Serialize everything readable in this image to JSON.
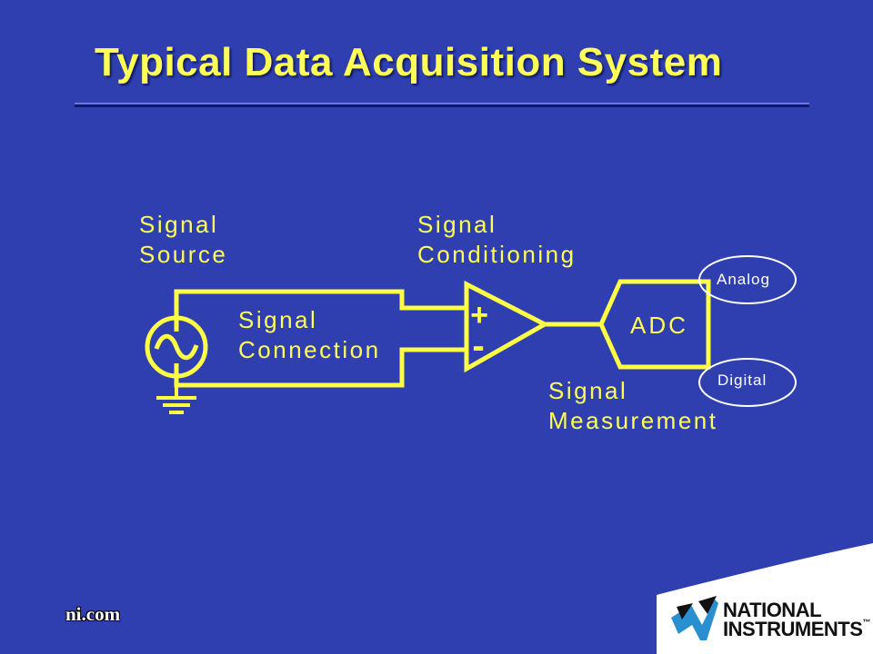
{
  "slide": {
    "title": "Typical Data Acquisition System",
    "footer_url": "ni.com"
  },
  "diagram": {
    "labels": {
      "signal_source": [
        "Signal",
        "Source"
      ],
      "signal_conditioning": [
        "Signal",
        "Conditioning"
      ],
      "signal_connection": [
        "Signal",
        "Connection"
      ],
      "signal_measurement": [
        "Signal",
        "Measurement"
      ],
      "adc": "ADC",
      "analog": "Analog",
      "digital": "Digital",
      "amp_plus": "+",
      "amp_minus": "-"
    },
    "icons": [
      "ac-source-icon",
      "ground-icon",
      "op-amp-icon"
    ]
  },
  "logo": {
    "line1": "NATIONAL",
    "line2": "INSTRUMENTS",
    "trademark": "™"
  },
  "colors": {
    "background": "#2f3fb0",
    "title": "#ffff55",
    "wire": "#ffff44",
    "logo_panel": "#ffffff"
  }
}
